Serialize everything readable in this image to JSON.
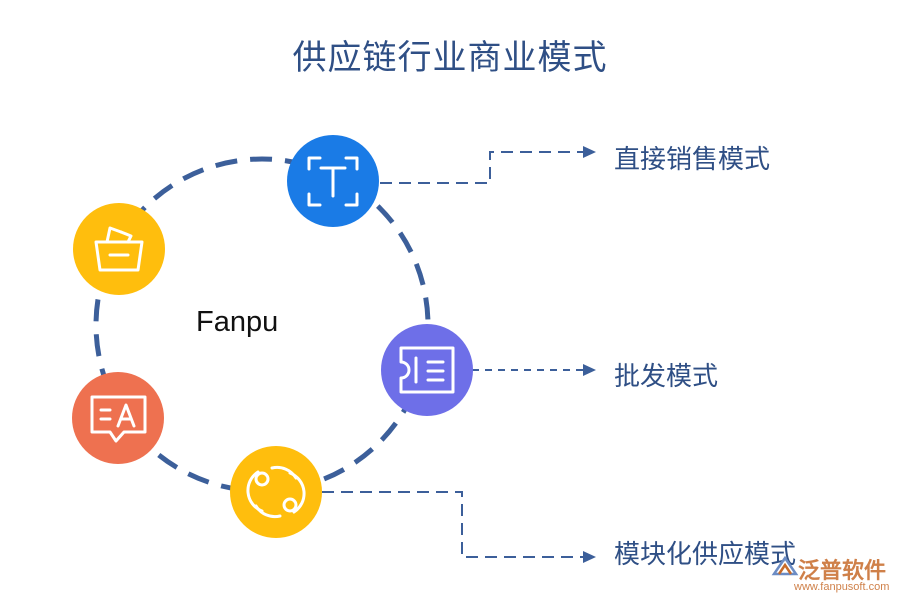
{
  "title": "供应链行业商业模式",
  "center_label": "Fanpu",
  "modes": [
    {
      "label": "直接销售模式"
    },
    {
      "label": "批发模式"
    },
    {
      "label": "模块化供应模式"
    }
  ],
  "icons": [
    {
      "name": "text-recognition-icon",
      "color": "#1a7be6"
    },
    {
      "name": "basket-icon",
      "color": "#ffbe0d"
    },
    {
      "name": "ticket-list-icon",
      "color": "#6e6fe8"
    },
    {
      "name": "translate-message-icon",
      "color": "#ee7150"
    },
    {
      "name": "refresh-cycle-icon",
      "color": "#ffbe0d"
    }
  ],
  "colors": {
    "line": "#3c5f9a",
    "text": "#2f4f85"
  },
  "watermark": {
    "name": "泛普软件",
    "url": "www.fanpusoft.com"
  }
}
